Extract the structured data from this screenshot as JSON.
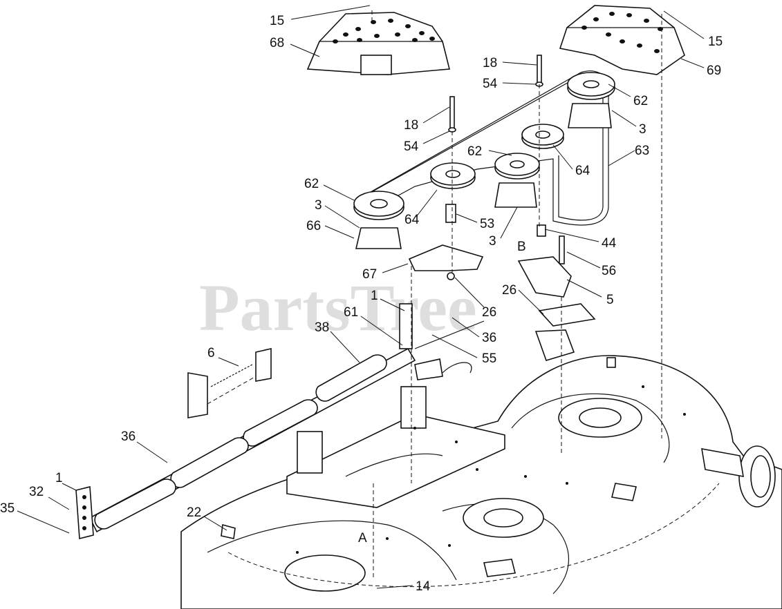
{
  "watermark": "PartsTree",
  "reference_letters": [
    "A",
    "B"
  ],
  "callouts": [
    {
      "id": "c15a",
      "number": "15"
    },
    {
      "id": "c68",
      "number": "68"
    },
    {
      "id": "c15b",
      "number": "15"
    },
    {
      "id": "c69",
      "number": "69"
    },
    {
      "id": "c18a",
      "number": "18"
    },
    {
      "id": "c54a",
      "number": "54"
    },
    {
      "id": "c62a",
      "number": "62"
    },
    {
      "id": "c3a",
      "number": "3"
    },
    {
      "id": "c63",
      "number": "63"
    },
    {
      "id": "c18b",
      "number": "18"
    },
    {
      "id": "c54b",
      "number": "54"
    },
    {
      "id": "c62b",
      "number": "62"
    },
    {
      "id": "c64a",
      "number": "64"
    },
    {
      "id": "c62c",
      "number": "62"
    },
    {
      "id": "c3b",
      "number": "3"
    },
    {
      "id": "c66",
      "number": "66"
    },
    {
      "id": "c64b",
      "number": "64"
    },
    {
      "id": "c53",
      "number": "53"
    },
    {
      "id": "c3c",
      "number": "3"
    },
    {
      "id": "c44",
      "number": "44"
    },
    {
      "id": "c56",
      "number": "56"
    },
    {
      "id": "c67",
      "number": "67"
    },
    {
      "id": "c26a",
      "number": "26"
    },
    {
      "id": "c26b",
      "number": "26"
    },
    {
      "id": "c5",
      "number": "5"
    },
    {
      "id": "c1a",
      "number": "1"
    },
    {
      "id": "c61",
      "number": "61"
    },
    {
      "id": "c36a",
      "number": "36"
    },
    {
      "id": "c38",
      "number": "38"
    },
    {
      "id": "c55",
      "number": "55"
    },
    {
      "id": "c6",
      "number": "6"
    },
    {
      "id": "c36b",
      "number": "36"
    },
    {
      "id": "c1b",
      "number": "1"
    },
    {
      "id": "c32",
      "number": "32"
    },
    {
      "id": "c35",
      "number": "35"
    },
    {
      "id": "c22",
      "number": "22"
    },
    {
      "id": "c14",
      "number": "14"
    }
  ]
}
